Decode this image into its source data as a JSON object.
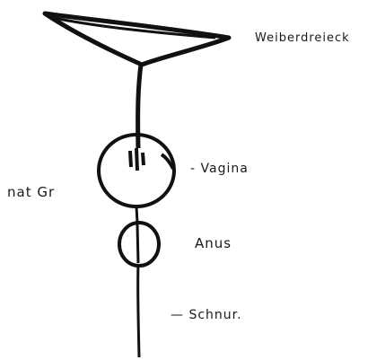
{
  "labels": {
    "weiberdreieck": "Weiberdreieck",
    "vagina": "- Vagina",
    "scale_note": "nat Gr",
    "anus": "Anus",
    "schnur": "— Schnur."
  },
  "colors": {
    "ink": "#111111",
    "background": "#ffffff"
  }
}
